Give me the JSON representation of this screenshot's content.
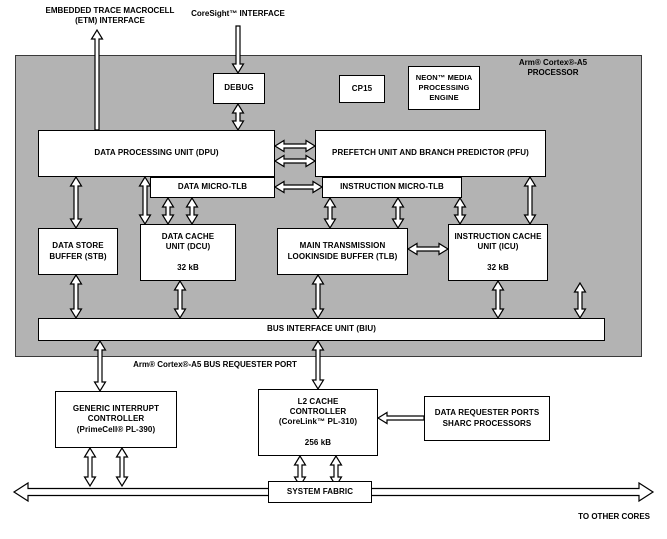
{
  "colors": {
    "processor_fill": "#b3b3b3",
    "box_fill": "#ffffff",
    "line": "#000000"
  },
  "labels": {
    "etm_interface": "EMBEDDED TRACE MACROCELL\n(ETM) INTERFACE",
    "coresight_interface": "CoreSight™ INTERFACE",
    "processor_title": "Arm® Cortex®-A5\nPROCESSOR",
    "bus_requester_port": "Arm® Cortex®-A5 BUS REQUESTER PORT",
    "to_other_cores": "TO OTHER CORES"
  },
  "blocks": {
    "debug": "DEBUG",
    "cp15": "CP15",
    "neon": "NEON™ MEDIA\nPROCESSING\nENGINE",
    "dpu": "DATA PROCESSING UNIT (DPU)",
    "pfu": "PREFETCH UNIT AND BRANCH PREDICTOR (PFU)",
    "data_micro_tlb": "DATA MICRO-TLB",
    "instruction_micro_tlb": "INSTRUCTION MICRO-TLB",
    "stb": "DATA STORE\nBUFFER (STB)",
    "dcu": "DATA CACHE\nUNIT (DCU)\n\n32 kB",
    "tlb": "MAIN TRANSMISSION\nLOOKINSIDE BUFFER (TLB)",
    "icu": "INSTRUCTION CACHE\nUNIT (ICU)\n\n32 kB",
    "biu": "BUS INTERFACE UNIT (BIU)",
    "gic": "GENERIC INTERRUPT\nCONTROLLER\n(PrimeCell® PL-390)",
    "l2": "L2 CACHE\nCONTROLLER\n(CoreLink™ PL-310)\n\n256 kB",
    "sharc_ports": "DATA REQUESTER PORTS\nSHARC PROCESSORS",
    "system_fabric": "SYSTEM FABRIC"
  }
}
